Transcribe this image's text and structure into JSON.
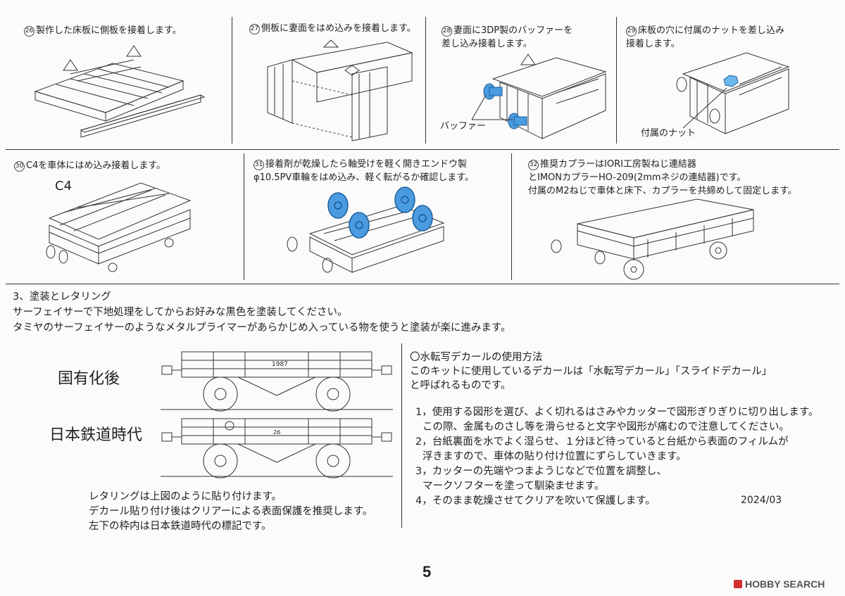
{
  "steps_row1": [
    {
      "num": "26",
      "text": "製作した床板に側板を接着します。"
    },
    {
      "num": "27",
      "text": "側板に妻面をはめ込みを接着します。"
    },
    {
      "num": "28",
      "text": "妻面に3DP製のバッファーを\n差し込み接着します。"
    },
    {
      "num": "29",
      "text": "床板の穴に付属のナットを差し込み\n接着します。"
    }
  ],
  "steps_row2": [
    {
      "num": "30",
      "text": "C4を車体にはめ込み接着します。"
    },
    {
      "num": "31",
      "text": "接着剤が乾燥したら軸受けを軽く開きエンドウ製\nφ10.5PV車輪をはめ込み、軽く転がるか確認します。"
    },
    {
      "num": "32",
      "text": "推奨カプラーはIORI工房製ねじ連結器\nとIMONカプラーHO-209(2mmネジの連結器)です。\n付属のM2ねじで車体と床下、カプラーを共締めして固定します。"
    }
  ],
  "callouts": {
    "buffer": "バッファー",
    "nut": "付属のナット",
    "c4": "C4"
  },
  "section3": {
    "title": "3、塗装とレタリング",
    "line1": "サーフェイサーで下地処理をしてからお好みな黒色を塗装してください。",
    "line2": "タミヤのサーフェイサーのようなメタルプライマーがあらかじめ入っている物を使うと塗装が楽に進みます。"
  },
  "eras": {
    "after": "国有化後",
    "before": "日本鉄道時代",
    "after_number": "1987",
    "before_number": "26"
  },
  "lettering_notes": {
    "line1": "レタリングは上図のように貼り付けます。",
    "line2": "デカール貼り付け後はクリアーによる表面保護を推奨します。",
    "line3": "左下の枠内は日本鉄道時代の標記です。"
  },
  "decal": {
    "title": "〇水転写デカールの使用方法",
    "intro1": "このキットに使用しているデカールは「水転写デカール」「スライドデカール」",
    "intro2": "と呼ばれるものです。",
    "s1a": "1，使用する図形を選び、よく切れるはさみやカッターで図形ぎりぎりに切り出します。",
    "s1b": "この際、金属ものさし等を滑らせると文字や図形が痛むので注意してください。",
    "s2a": "2，台紙裏面を水でよく湿らせ、１分ほど待っていると台紙から表面のフィルムが",
    "s2b": "浮きますので、車体の貼り付け位置にずらしていきます。",
    "s3a": "3，カッターの先端やつまようじなどで位置を調整し、",
    "s3b": "マークソフターを塗って馴染ませます。",
    "s4": "4，そのまま乾燥させてクリアを吹いて保護します。",
    "date": "2024/03"
  },
  "page_number": "5",
  "watermark": "HOBBY SEARCH",
  "colors": {
    "part_blue": "#4a9be0",
    "line": "#333333"
  }
}
